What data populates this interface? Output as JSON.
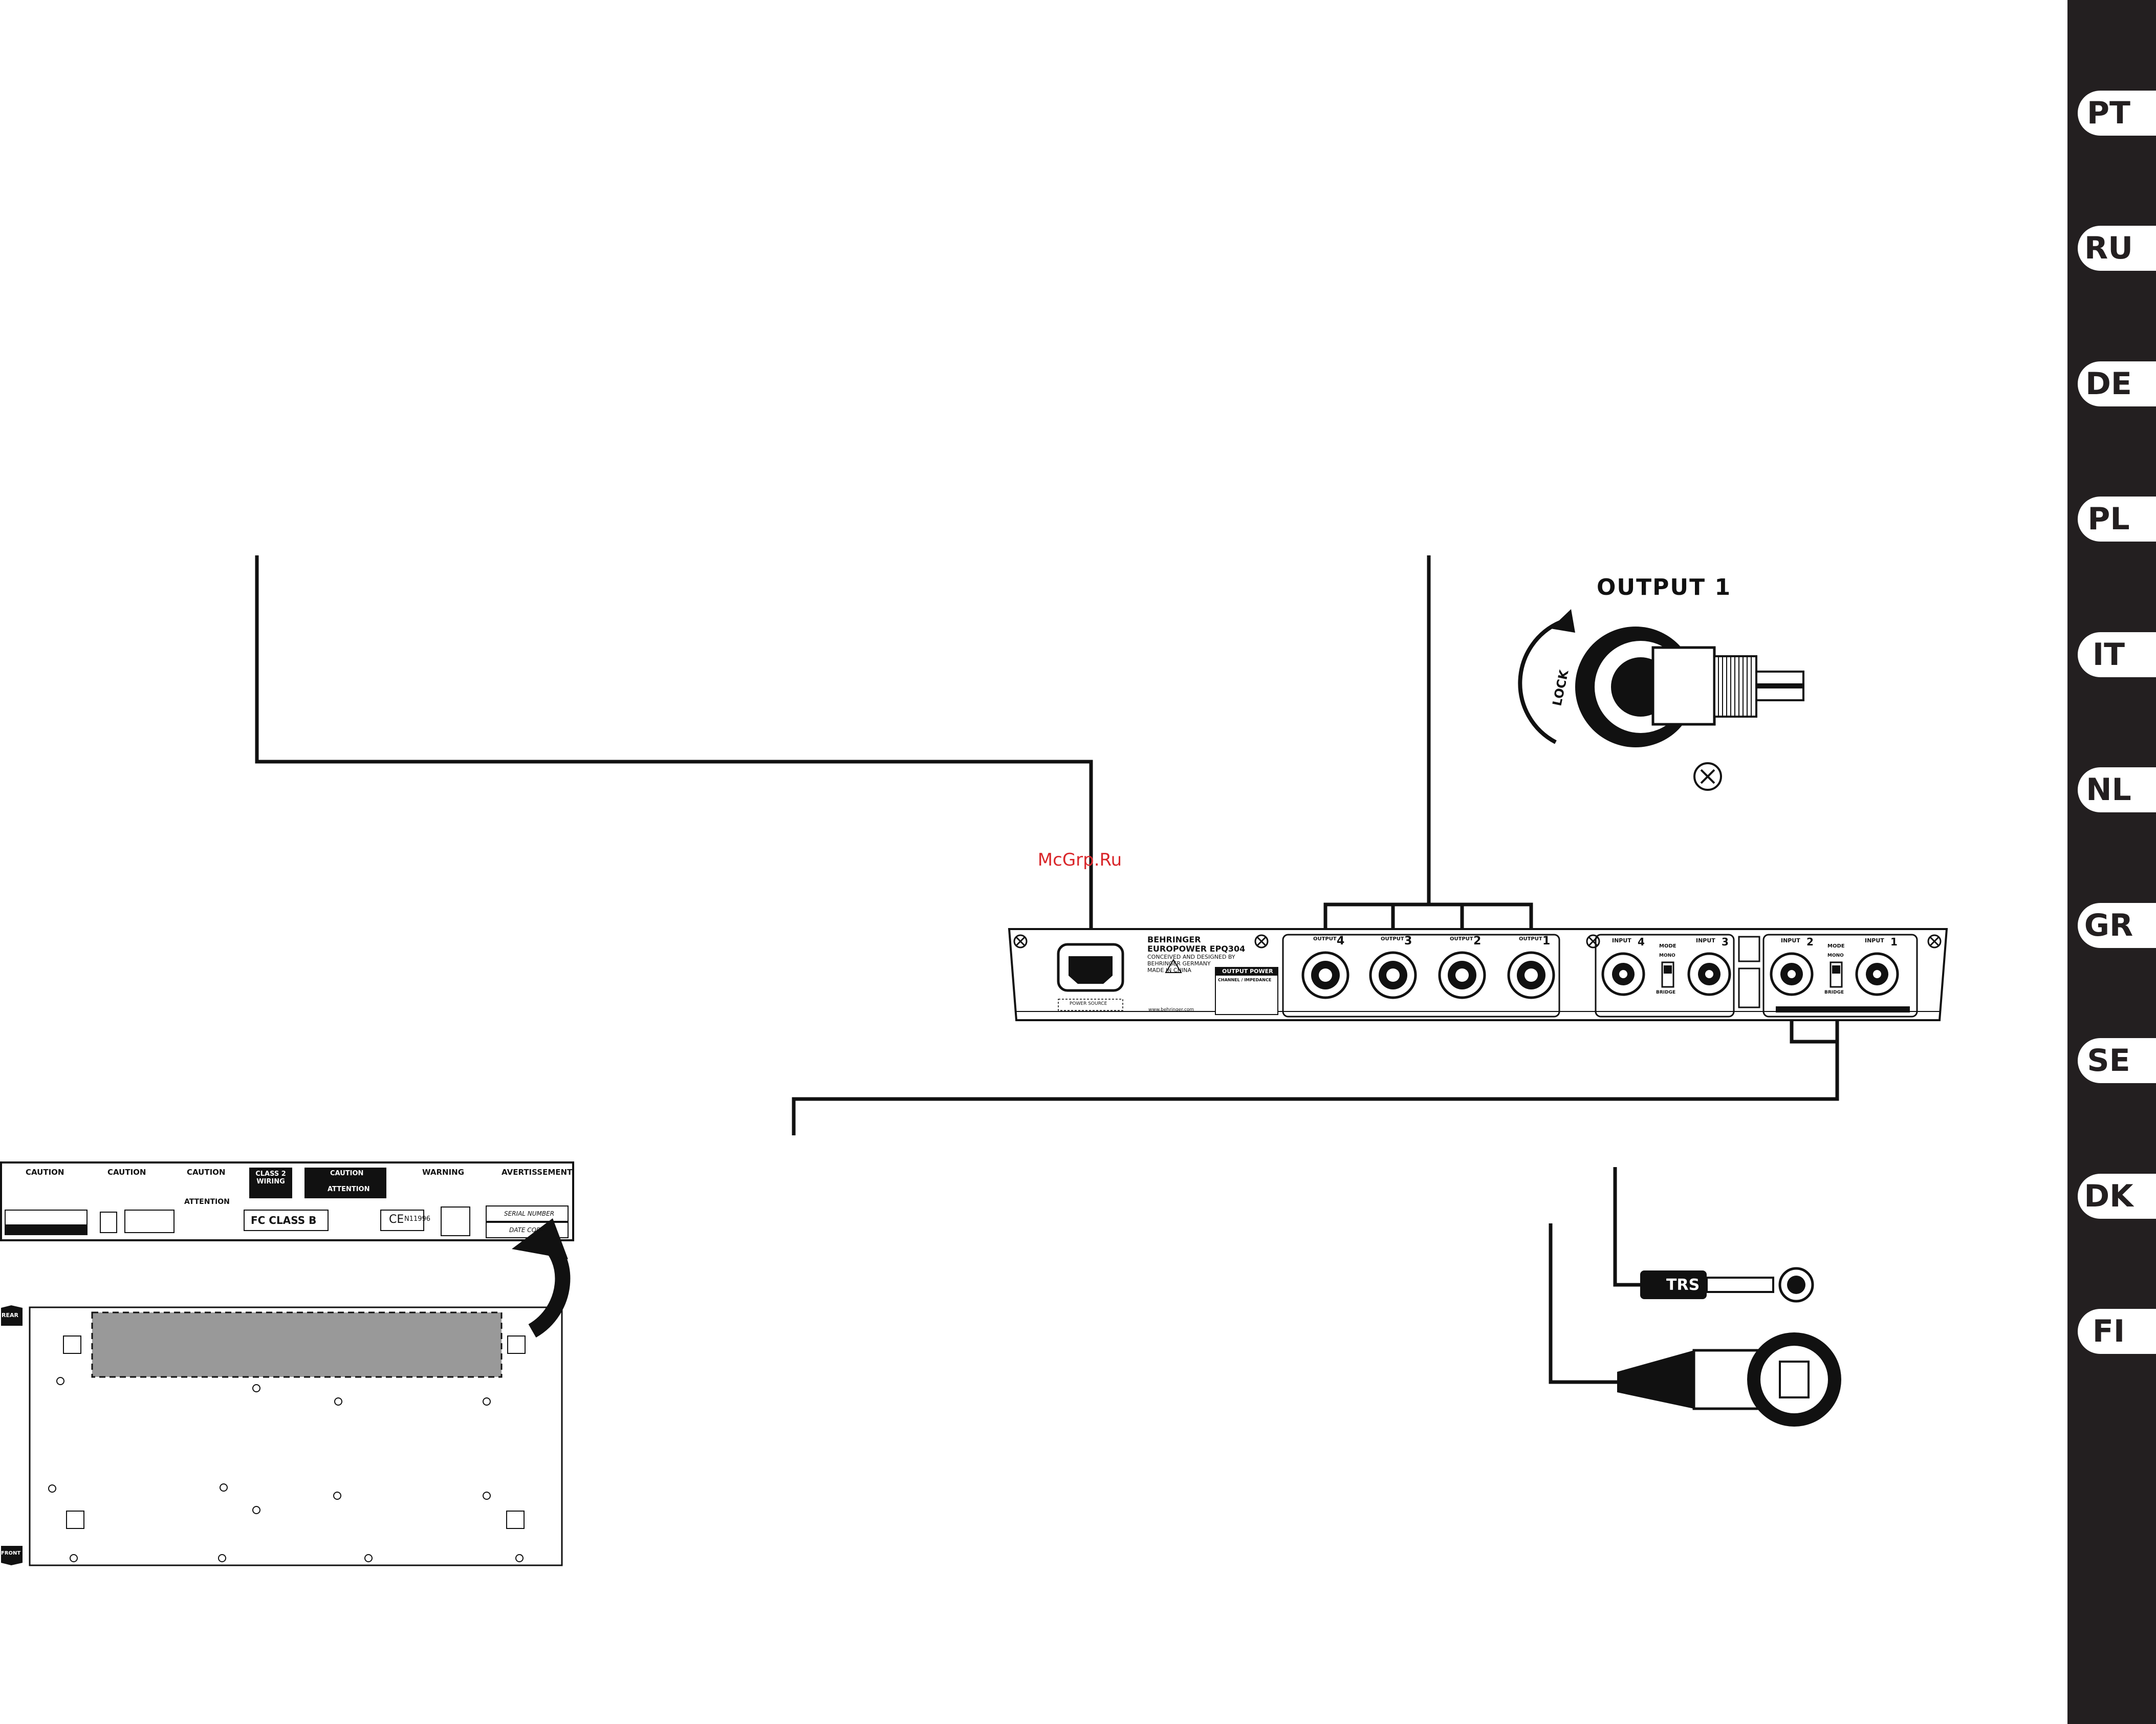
{
  "watermark": "McGrp.Ru",
  "language_tabs": [
    {
      "code": "PT"
    },
    {
      "code": "RU"
    },
    {
      "code": "DE"
    },
    {
      "code": "PL"
    },
    {
      "code": "IT"
    },
    {
      "code": "NL"
    },
    {
      "code": "GR"
    },
    {
      "code": "SE"
    },
    {
      "code": "DK"
    },
    {
      "code": "FI"
    }
  ],
  "detail_output": {
    "title": "OUTPUT 1",
    "lock_label": "LOCK"
  },
  "trs_label": "TRS",
  "amp_panel": {
    "brand": "BEHRINGER",
    "model": "EUROPOWER EPQ304",
    "designed": "CONCEIVED AND DESIGNED BY",
    "designed2": "BEHRINGER GERMANY",
    "made_in": "MADE IN CHINA",
    "power_source": "POWER SOURCE",
    "output_power_title": "OUTPUT POWER",
    "output_power_sub": "CHANNEL / IMPEDANCE",
    "website": "www.behringer.com",
    "output_label": "OUTPUT",
    "output_numbers": [
      "4",
      "3",
      "2",
      "1"
    ],
    "input_label": "INPUT",
    "input_numbers": [
      "4",
      "3",
      "2",
      "1"
    ],
    "mode_label": "MODE",
    "mono_label": "MONO",
    "bridge_label": "BRIDGE"
  },
  "rear_label": {
    "caution": "CAUTION",
    "caution2": "CAUTION",
    "caution3": "CAUTION",
    "class2": "CLASS 2 WIRING",
    "caution4": "CAUTION",
    "warning": "WARNING",
    "avert": "AVERTISSEMENT",
    "attention": "ATTENTION",
    "attention2": "ATTENTION",
    "fcc": "FC  CLASS B",
    "ce": "CE",
    "n_mark": "N11996",
    "serial": "SERIAL NUMBER",
    "date_code": "DATE CODE"
  },
  "chassis": {
    "rear": "REAR",
    "front": "FRONT"
  }
}
